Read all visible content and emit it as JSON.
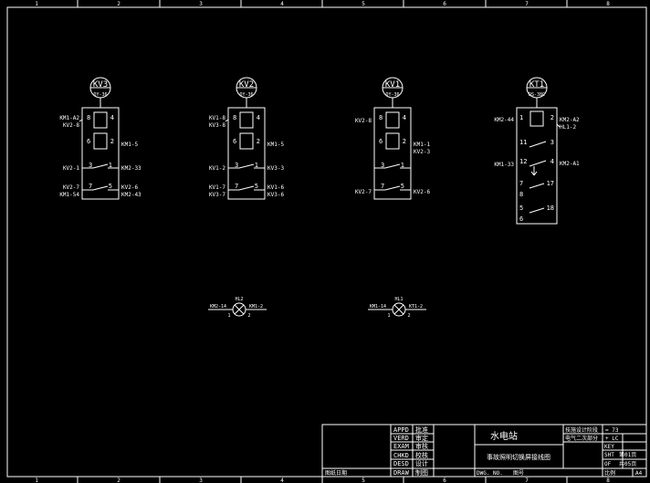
{
  "frame": {
    "top_zone_numbers": [
      "1",
      "2",
      "3",
      "4",
      "5",
      "6",
      "7",
      "8"
    ],
    "bottom_zone_numbers": [
      "1",
      "2",
      "3",
      "4",
      "5",
      "6",
      "7",
      "8"
    ]
  },
  "relays": [
    {
      "id": "KV3",
      "model": "DY-36",
      "pins": [
        "8",
        "4",
        "6",
        "2",
        "3",
        "1",
        "7",
        "5"
      ],
      "left_labels": [
        "KM1-A2",
        "KV2-8",
        "KV2-1",
        "KV2-7",
        "KM1-54"
      ],
      "right_labels": [
        "KM1-5",
        "KM2-33",
        "KV2-6",
        "KM2-43"
      ]
    },
    {
      "id": "KV2",
      "model": "DY-36",
      "pins": [
        "8",
        "4",
        "6",
        "2",
        "3",
        "1",
        "7",
        "5"
      ],
      "left_labels": [
        "KV1-8",
        "KV3-8",
        "KV1-2",
        "KV1-7",
        "KV3-7"
      ],
      "right_labels": [
        "KM1-5",
        "KV3-3",
        "KV1-6",
        "KV3-6"
      ]
    },
    {
      "id": "KV1",
      "model": "DY-36",
      "pins": [
        "8",
        "4",
        "6",
        "2",
        "3",
        "1",
        "7",
        "5"
      ],
      "left_labels": [
        "KV2-8",
        "KV2-7"
      ],
      "right_labels": [
        "KM1-1",
        "KV2-3",
        "KV2-6"
      ]
    },
    {
      "id": "KT1",
      "model": "DS-38C",
      "pins": [
        "1",
        "2",
        "11",
        "3",
        "12",
        "4",
        "7",
        "17",
        "8",
        "5",
        "18",
        "6"
      ],
      "left_labels": [
        "KM2-44",
        "KM1-33"
      ],
      "right_labels": [
        "KM2-A2",
        "HL1-2",
        "KM2-A1"
      ]
    }
  ],
  "lamps": [
    {
      "id": "HL2",
      "left_label": "KM2-14",
      "right_label": "KM1-2",
      "pin_left": "1",
      "pin_right": "2"
    },
    {
      "id": "HL1",
      "left_label": "KM1-14",
      "right_label": "KT1-2",
      "pin_left": "1",
      "pin_right": "2"
    }
  ],
  "title_block": {
    "roles": [
      {
        "en": "APPD",
        "zh": "批准"
      },
      {
        "en": "VERD",
        "zh": "审定"
      },
      {
        "en": "EXAM",
        "zh": "审核"
      },
      {
        "en": "CHKD",
        "zh": "校核"
      },
      {
        "en": "DESD",
        "zh": "设计"
      },
      {
        "en": "DRAW",
        "zh": "制图"
      }
    ],
    "company": "水电站",
    "drawing_name": "事故照明切换屏接线图",
    "stage": "技施设计阶段",
    "discipline": "电气二次部分",
    "scale_line": "= 73",
    "rev_line": "+ LC",
    "drawing_no_label": "DWG. NO.",
    "drawing_no_zh": "图号",
    "key_label": "KEY",
    "sheet_label": "SHT",
    "sheet_value": "第01页",
    "of_label": "OF",
    "of_value": "共05页",
    "scale_label": "比例",
    "format_label": "A4",
    "bottom_left_label": "图纸日期"
  }
}
